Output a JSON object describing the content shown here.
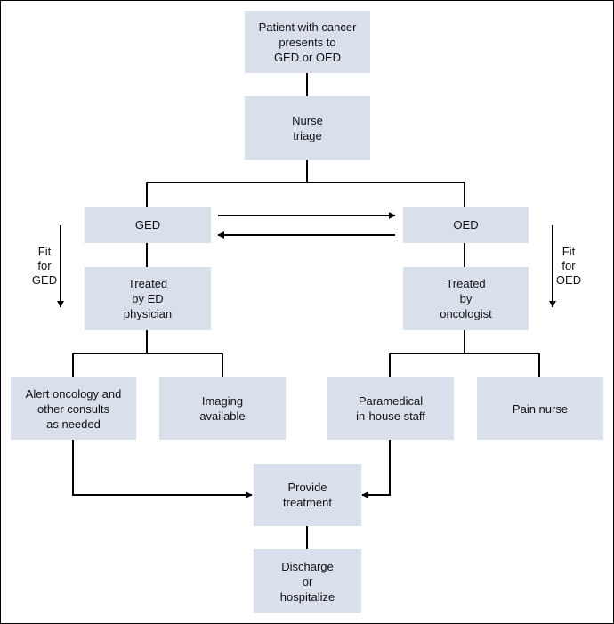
{
  "nodes": {
    "start": "Patient with cancer\npresents to\nGED or OED",
    "triage": "Nurse\ntriage",
    "ged": "GED",
    "oed": "OED",
    "treated_ed": "Treated\nby ED\nphysician",
    "treated_onc": "Treated\nby\noncologist",
    "alert": "Alert oncology and\nother consults\nas needed",
    "imaging": "Imaging\navailable",
    "paramedical": "Paramedical\nin-house staff",
    "pain_nurse": "Pain nurse",
    "provide": "Provide\ntreatment",
    "discharge": "Discharge\nor\nhospitalize"
  },
  "side_labels": {
    "fit_ged": "Fit\nfor\nGED",
    "fit_oed": "Fit\nfor\nOED"
  },
  "colors": {
    "box_fill": "#d9e0ec",
    "line": "#000000"
  }
}
